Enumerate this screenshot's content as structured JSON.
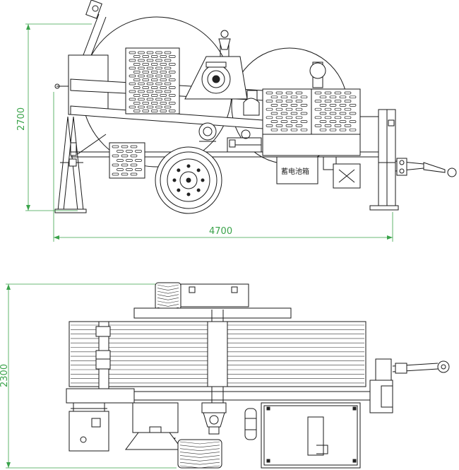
{
  "dimensions": {
    "side_height": "2700",
    "side_length": "4700",
    "top_width": "2300"
  },
  "labels": {
    "battery_box": "蓄电池箱"
  },
  "colors": {
    "dimension_lines": "#3aa34a",
    "drawing_lines": "#1a1a1a"
  }
}
